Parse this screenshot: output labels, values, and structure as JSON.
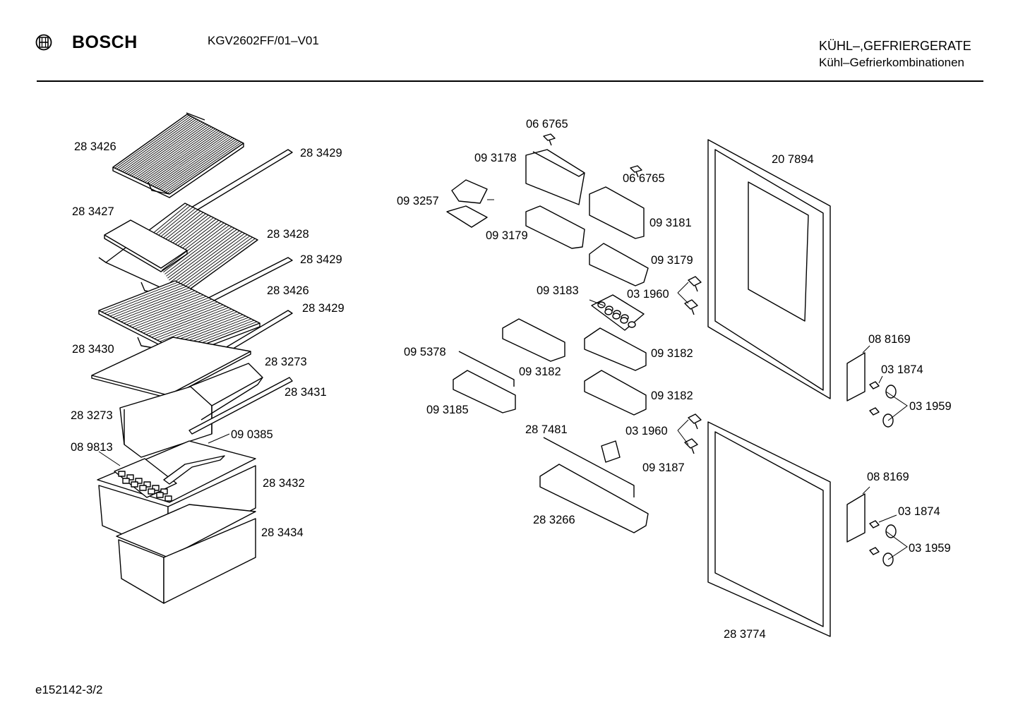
{
  "header": {
    "brand": "BOSCH",
    "model": "KGV2602FF/01–V01",
    "category_line1": "KÜHL–,GEFRIERGERATE",
    "category_line2": "Kühl–Gefrierkombinationen"
  },
  "footer": {
    "diagram_id": "e152142-3/2"
  },
  "icons": {
    "logo": "bosch-armature-logo-icon"
  },
  "labels": {
    "l_283426_top": "28 3426",
    "l_283429_a": "28 3429",
    "l_283427": "28 3427",
    "l_283428": "28 3428",
    "l_283429_b": "28 3429",
    "l_283426_mid": "28 3426",
    "l_283429_c": "28 3429",
    "l_283430": "28 3430",
    "l_283273_r": "28 3273",
    "l_283431": "28 3431",
    "l_283273_l": "28 3273",
    "l_090385": "09 0385",
    "l_089813": "08 9813",
    "l_283432": "28 3432",
    "l_283434": "28 3434",
    "l_066765_a": "06 6765",
    "l_093178": "09 3178",
    "l_093257": "09 3257",
    "l_066765_b": "06 6765",
    "l_093181": "09 3181",
    "l_093179_a": "09 3179",
    "l_093179_b": "09 3179",
    "l_093183": "09 3183",
    "l_031960_a": "03 1960",
    "l_095378": "09 5378",
    "l_093182_a": "09 3182",
    "l_093182_b": "09 3182",
    "l_093182_c": "09 3182",
    "l_093185": "09 3185",
    "l_287481": "28 7481",
    "l_031960_b": "03 1960",
    "l_093187": "09 3187",
    "l_283266": "28 3266",
    "l_207894": "20 7894",
    "l_088169_a": "08 8169",
    "l_031874_a": "03 1874",
    "l_031959_a": "03 1959",
    "l_088169_b": "08 8169",
    "l_031874_b": "03 1874",
    "l_031959_b": "03 1959",
    "l_283774": "28 3774"
  }
}
